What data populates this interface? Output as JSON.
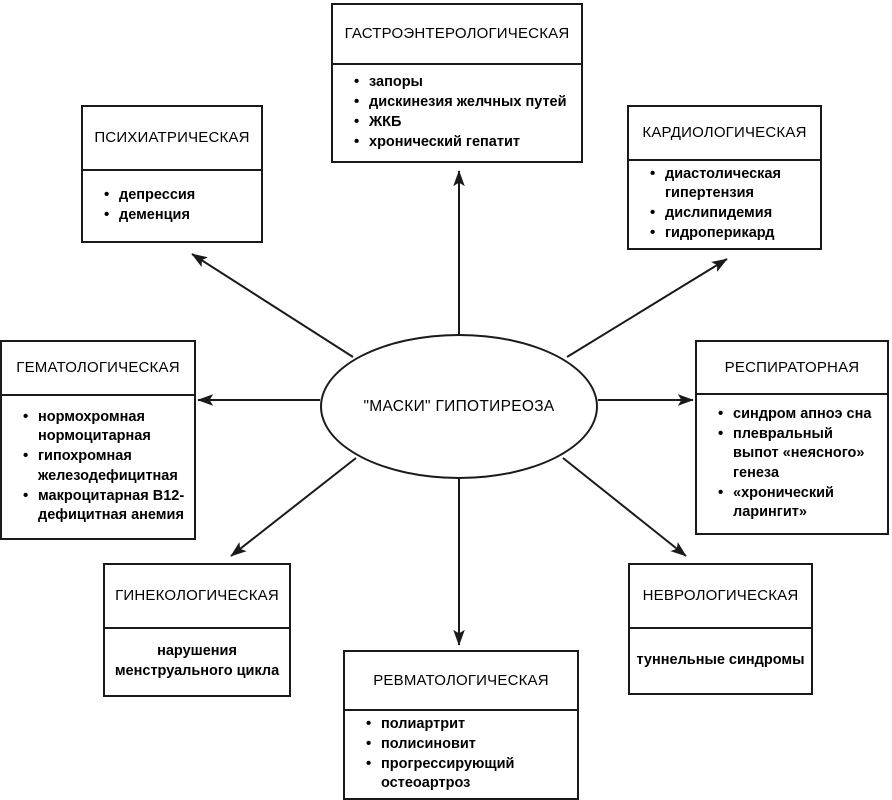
{
  "diagram": {
    "center": {
      "label": "\"МАСКИ\" ГИПОТИРЕОЗА"
    },
    "nodes": [
      {
        "id": "gastro",
        "title": "ГАСТРОЭНТЕРОЛОГИЧЕСКАЯ",
        "items": [
          "запоры",
          "дискинезия желчных путей",
          "ЖКБ",
          "хронический гепатит"
        ]
      },
      {
        "id": "psych",
        "title": "ПСИХИАТРИЧЕСКАЯ",
        "items": [
          "депрессия",
          "деменция"
        ]
      },
      {
        "id": "cardio",
        "title": "КАРДИОЛОГИЧЕСКАЯ",
        "items": [
          "диастолическая гипертензия",
          "дислипидемия",
          "гидроперикард"
        ]
      },
      {
        "id": "hemato",
        "title": "ГЕМАТОЛОГИЧЕСКАЯ",
        "items": [
          "нормохромная нормоцитарная",
          "гипохромная железодефицитная",
          "макроцитарная В12-дефицитная анемия"
        ]
      },
      {
        "id": "respir",
        "title": "РЕСПИРАТОРНАЯ",
        "items": [
          "синдром апноэ сна",
          "плевральный выпот «неясного» генеза",
          "«хронический ларингит»"
        ]
      },
      {
        "id": "gyneco",
        "title": "ГИНЕКОЛОГИЧЕСКАЯ",
        "text": "нарушения менструального цикла"
      },
      {
        "id": "neuro",
        "title": "НЕВРОЛОГИЧЕСКАЯ",
        "text": "туннельные синдромы"
      },
      {
        "id": "rheum",
        "title": "РЕВМАТОЛОГИЧЕСКАЯ",
        "items": [
          "полиартрит",
          "полисиновит",
          "прогрессирующий остеоартроз"
        ]
      }
    ],
    "colors": {
      "stroke": "#1a1a1a",
      "background": "#ffffff",
      "text": "#000000"
    }
  }
}
